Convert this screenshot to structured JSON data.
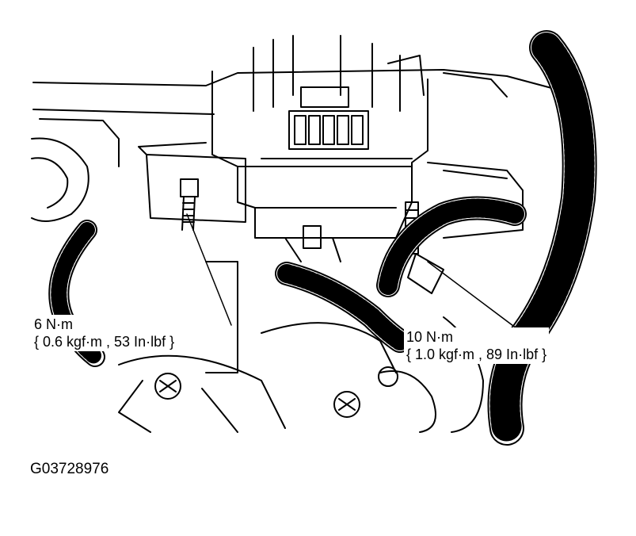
{
  "figure_id": "G03728976",
  "callouts": {
    "left": {
      "torque": "6 N·m",
      "torque_alt": "{ 0.6 kgf·m , 53 In·lbf }"
    },
    "right": {
      "torque": "10 N·m",
      "torque_alt": "{ 1.0 kgf·m , 89 In·lbf }"
    }
  },
  "colors": {
    "ink": "#000000",
    "paper": "#ffffff"
  }
}
